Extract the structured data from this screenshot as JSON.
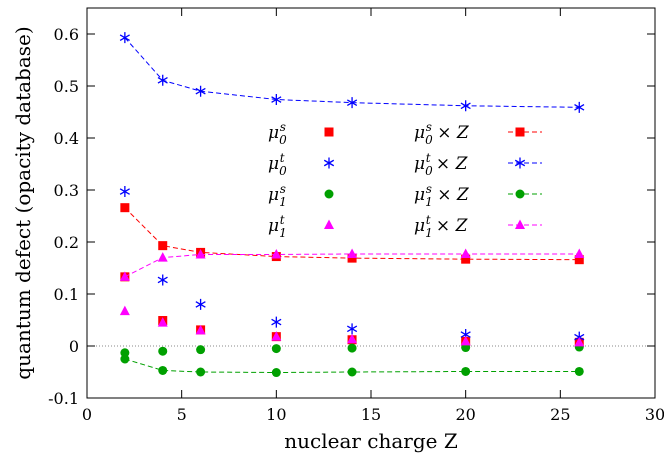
{
  "chart_data": {
    "type": "scatter",
    "xlabel": "nuclear charge Z",
    "ylabel": "quantum defect (opacity database)",
    "xlim": [
      0,
      30
    ],
    "ylim": [
      -0.1,
      0.65
    ],
    "xticks": [
      0,
      5,
      10,
      15,
      20,
      25,
      30
    ],
    "yticks": [
      -0.1,
      0,
      0.1,
      0.2,
      0.3,
      0.4,
      0.5,
      0.6
    ],
    "xtick_labels": [
      "0",
      "5",
      "10",
      "15",
      "20",
      "25",
      "30"
    ],
    "ytick_labels": [
      "-0.1",
      "0",
      "0.1",
      "0.2",
      "0.3",
      "0.4",
      "0.5",
      "0.6"
    ],
    "grid": false,
    "zero_line": true,
    "legend_placement": "center",
    "series": [
      {
        "name": "μ0s",
        "label_main": "μ",
        "label_sub": "0",
        "label_sup": "s",
        "marker": "square",
        "color": "#ff0000",
        "line": false,
        "x": [
          2,
          4,
          6,
          10,
          14,
          20,
          26
        ],
        "y": [
          0.133,
          0.049,
          0.031,
          0.018,
          0.012,
          0.009,
          0.007
        ]
      },
      {
        "name": "μ0t",
        "label_main": "μ",
        "label_sub": "0",
        "label_sup": "t",
        "marker": "asterisk",
        "color": "#0000ff",
        "line": false,
        "x": [
          2,
          4,
          6,
          10,
          14,
          20,
          26
        ],
        "y": [
          0.297,
          0.127,
          0.08,
          0.046,
          0.033,
          0.022,
          0.017
        ]
      },
      {
        "name": "μ1s",
        "label_main": "μ",
        "label_sub": "1",
        "label_sup": "s",
        "marker": "circle",
        "color": "#00a000",
        "line": false,
        "x": [
          2,
          4,
          6,
          10,
          14,
          20,
          26
        ],
        "y": [
          -0.013,
          -0.01,
          -0.007,
          -0.005,
          -0.004,
          -0.003,
          -0.002
        ]
      },
      {
        "name": "μ1t",
        "label_main": "μ",
        "label_sub": "1",
        "label_sup": "t",
        "marker": "triangle",
        "color": "#ff00ff",
        "line": false,
        "x": [
          2,
          4,
          6,
          10,
          14,
          20,
          26
        ],
        "y": [
          0.067,
          0.045,
          0.03,
          0.018,
          0.013,
          0.009,
          0.007
        ]
      },
      {
        "name": "μ0s × Z",
        "label_main": "μ",
        "label_sub": "0",
        "label_sup": "s",
        "label_tail": " × Z",
        "marker": "square",
        "color": "#ff0000",
        "line": true,
        "x": [
          2,
          4,
          6,
          10,
          14,
          20,
          26
        ],
        "y": [
          0.266,
          0.193,
          0.18,
          0.172,
          0.169,
          0.167,
          0.166
        ]
      },
      {
        "name": "μ0t × Z",
        "label_main": "μ",
        "label_sub": "0",
        "label_sup": "t",
        "label_tail": " × Z",
        "marker": "asterisk",
        "color": "#0000ff",
        "line": true,
        "x": [
          2,
          4,
          6,
          10,
          14,
          20,
          26
        ],
        "y": [
          0.593,
          0.511,
          0.49,
          0.474,
          0.468,
          0.462,
          0.459
        ]
      },
      {
        "name": "μ1s × Z",
        "label_main": "μ",
        "label_sub": "1",
        "label_sup": "s",
        "label_tail": " × Z",
        "marker": "circle",
        "color": "#00a000",
        "line": true,
        "x": [
          2,
          4,
          6,
          10,
          14,
          20,
          26
        ],
        "y": [
          -0.025,
          -0.047,
          -0.05,
          -0.051,
          -0.05,
          -0.049,
          -0.049
        ]
      },
      {
        "name": "μ1t × Z",
        "label_main": "μ",
        "label_sub": "1",
        "label_sup": "t",
        "label_tail": " × Z",
        "marker": "triangle",
        "color": "#ff00ff",
        "line": true,
        "x": [
          2,
          4,
          6,
          10,
          14,
          20,
          26
        ],
        "y": [
          0.133,
          0.17,
          0.176,
          0.176,
          0.177,
          0.177,
          0.177
        ]
      }
    ]
  }
}
